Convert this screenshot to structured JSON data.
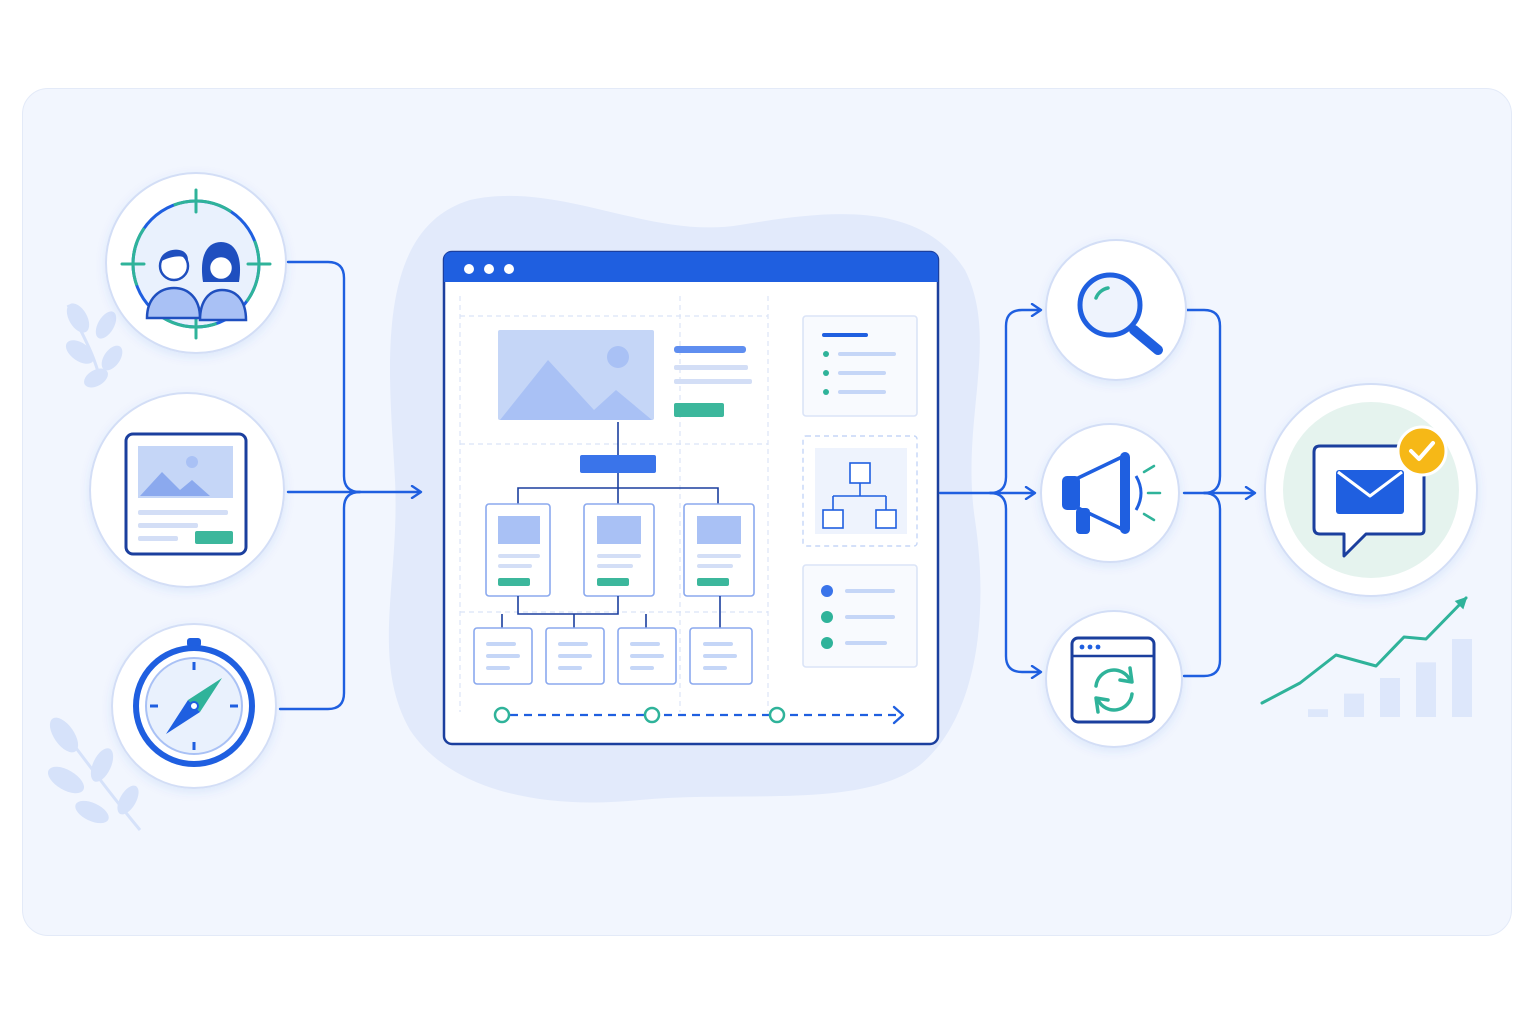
{
  "diagram": {
    "colors": {
      "primary": "#1f5fe0",
      "primary_light": "#a9c1f5",
      "primary_soft": "#dbe6fc",
      "teal": "#2fb39a",
      "teal_soft": "#e5f3ee",
      "accent_yellow": "#f6b817",
      "panel_bg": "#f2f6fe",
      "circle_border": "#d3def6",
      "leaf": "#d6e2fa"
    },
    "inputs": [
      {
        "name": "target-audience",
        "icon": "target-audience-icon"
      },
      {
        "name": "content",
        "icon": "image-content-card-icon"
      },
      {
        "name": "navigation",
        "icon": "compass-icon"
      }
    ],
    "center": {
      "name": "website-structure",
      "window_dots": 3,
      "timeline_milestones": 3
    },
    "outputs": [
      {
        "name": "search",
        "icon": "magnifier-icon"
      },
      {
        "name": "promotion",
        "icon": "megaphone-icon"
      },
      {
        "name": "update",
        "icon": "browser-refresh-icon"
      }
    ],
    "result": {
      "name": "email-confirmation",
      "icon": "email-check-icon"
    },
    "growth": {
      "bars": [
        0.1,
        0.3,
        0.5,
        0.7,
        1.0
      ],
      "trend": "up"
    }
  }
}
